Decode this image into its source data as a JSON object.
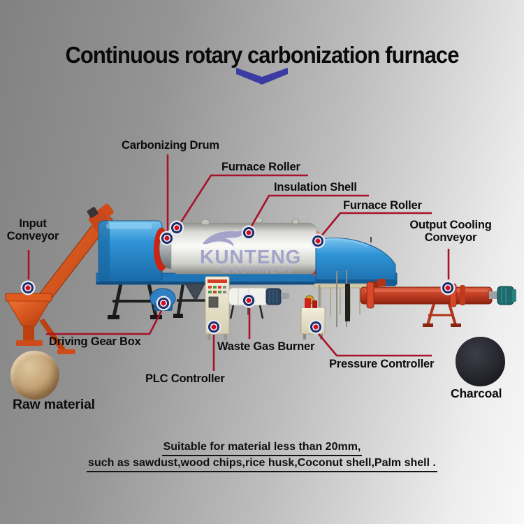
{
  "title": "Continuous rotary carbonization furnace",
  "colors": {
    "leader_red": "#a61229",
    "chevron_blue": "#3b3ba3",
    "label_black": "#0c0c0c",
    "machine_blue": "#2f93d6",
    "conveyor_orange": "#cf4c1a",
    "output_red": "#bf3c22"
  },
  "watermark": {
    "brand": "KUNTENG",
    "sub": "MACHINERY"
  },
  "callouts": {
    "carbonizing_drum": "Carbonizing Drum",
    "furnace_roller_top": "Furnace Roller",
    "insulation_shell": "Insulation Shell",
    "furnace_roller_right": "Furnace Roller",
    "input_conveyor": "Input\nConveyor",
    "output_cooling_conveyor": "Output Cooling\nConveyor",
    "driving_gear_box": "Driving Gear Box",
    "plc_controller": "PLC Controller",
    "waste_gas_burner": "Waste Gas Burner",
    "pressure_controller": "Pressure Controller"
  },
  "products": {
    "raw_material": "Raw material",
    "charcoal": "Charcoal"
  },
  "footer": {
    "line1": "Suitable for material less than 20mm,",
    "line2": "such as sawdust,wood chips,rice husk,Coconut shell,Palm shell ."
  }
}
